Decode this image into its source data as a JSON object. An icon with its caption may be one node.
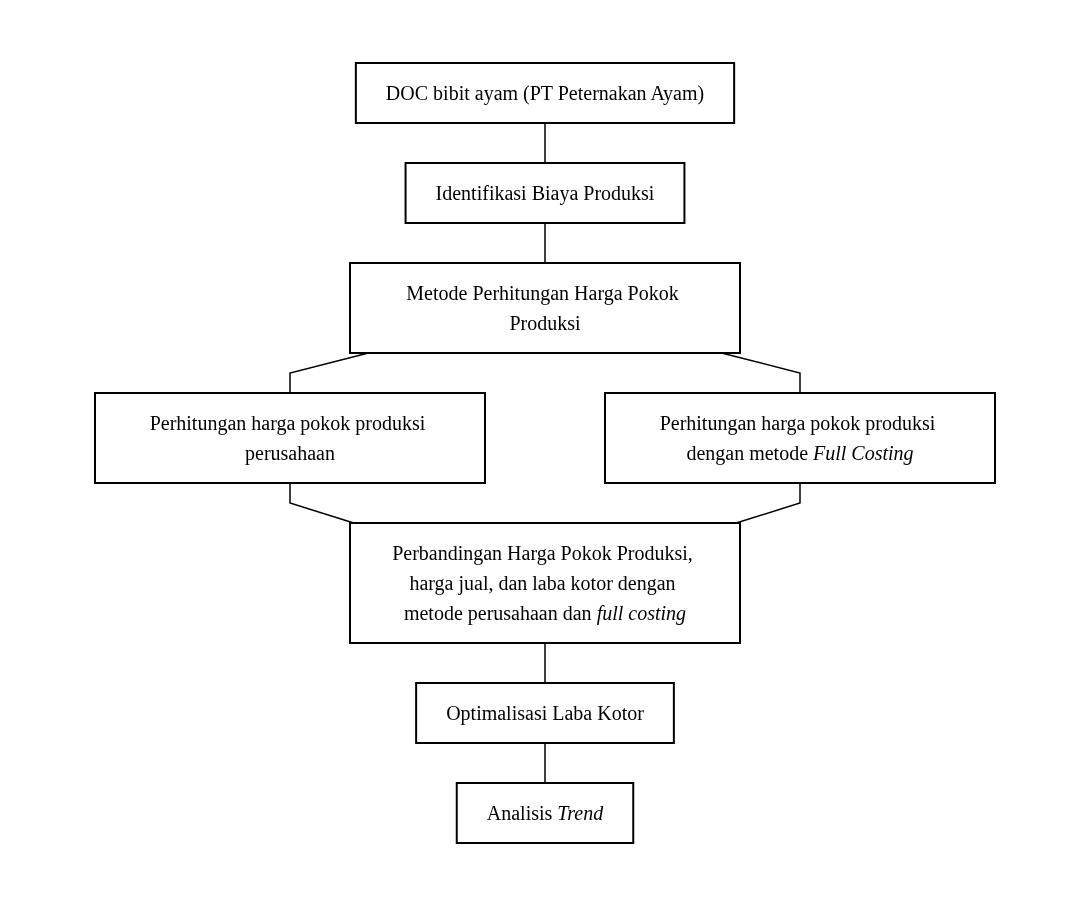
{
  "diagram": {
    "nodes": [
      {
        "text": [
          "DOC bibit ayam (PT Peternakan Ayam)"
        ]
      },
      {
        "text": [
          "Identifikasi Biaya Produksi"
        ]
      },
      {
        "text": [
          "Metode Perhitungan Harga Pokok Produksi"
        ]
      },
      {
        "text": [
          "Perhitungan harga pokok produksi perusahaan"
        ]
      },
      {
        "text": [
          "Perhitungan harga pokok produksi dengan metode *Full Costing*"
        ]
      },
      {
        "text": [
          "Perbandingan Harga Pokok Produksi, harga jual, dan laba kotor dengan metode perusahaan dan *full costing*"
        ]
      },
      {
        "text": [
          "Optimalisasi Laba Kotor"
        ]
      },
      {
        "text": [
          "Analisis *Trend*"
        ]
      }
    ],
    "edges": [
      {
        "from": 0,
        "to": 1,
        "arrow": "none"
      },
      {
        "from": 1,
        "to": 2,
        "arrow": "none"
      },
      {
        "from": 2,
        "to": 3,
        "arrow": "none"
      },
      {
        "from": 2,
        "to": 4,
        "arrow": "none"
      },
      {
        "from": 3,
        "to": 5,
        "arrow": "none"
      },
      {
        "from": 4,
        "to": 5,
        "arrow": "none"
      },
      {
        "from": 5,
        "to": 6,
        "arrow": "none"
      },
      {
        "from": 6,
        "to": 7,
        "arrow": "none"
      }
    ]
  }
}
